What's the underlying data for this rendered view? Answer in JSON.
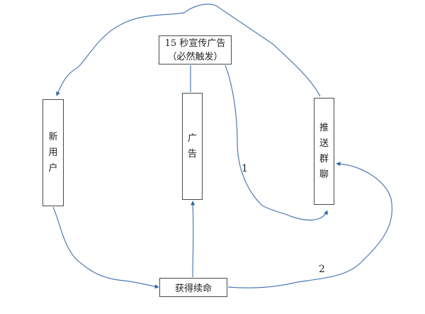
{
  "diagram": {
    "nodes": {
      "ad_15s": {
        "line1": "15 秒宣传广告",
        "line2": "（必然触发）"
      },
      "new_user": {
        "chars": [
          "新",
          "用",
          "户"
        ]
      },
      "ad": {
        "chars": [
          "广",
          "告"
        ]
      },
      "push_group": {
        "chars": [
          "推",
          "送",
          "群",
          "聊"
        ]
      },
      "renew": {
        "label": "获得续命"
      }
    },
    "edges": [
      {
        "from": "push_group",
        "to": "new_user",
        "label": ""
      },
      {
        "from": "ad_15s",
        "to": "ad",
        "label": ""
      },
      {
        "from": "ad_15s",
        "to": "push_group",
        "label": "1"
      },
      {
        "from": "new_user",
        "to": "renew",
        "label": ""
      },
      {
        "from": "renew",
        "to": "ad",
        "label": ""
      },
      {
        "from": "renew",
        "to": "push_group",
        "label": "2"
      }
    ],
    "edge_labels": {
      "one": "1",
      "two": "2"
    },
    "colors": {
      "line": "#4f7bb3",
      "arrow": "#2e63a8",
      "border": "#4a4a4a"
    }
  }
}
